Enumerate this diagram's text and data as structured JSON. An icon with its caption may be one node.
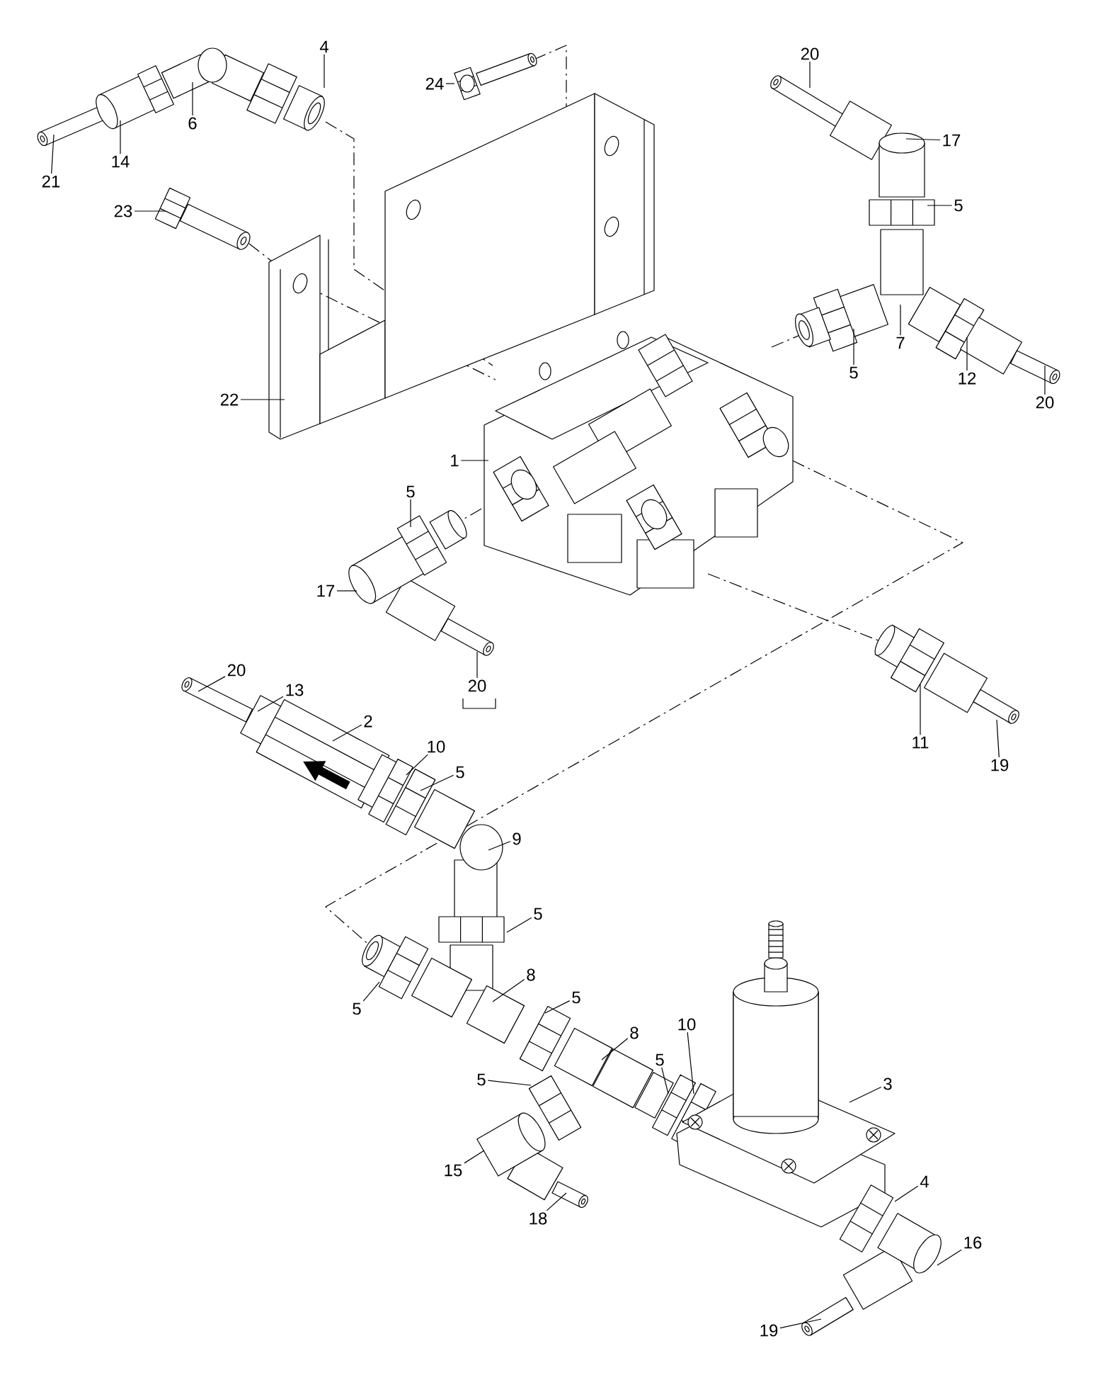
{
  "diagram": {
    "nodes": [
      {
        "text": [
          "4"
        ]
      },
      {
        "text": [
          "20"
        ]
      },
      {
        "text": [
          "24"
        ]
      },
      {
        "text": [
          "6"
        ]
      },
      {
        "text": [
          "17"
        ]
      },
      {
        "text": [
          "14"
        ]
      },
      {
        "text": [
          "21"
        ]
      },
      {
        "text": [
          "5"
        ]
      },
      {
        "text": [
          "23"
        ]
      },
      {
        "text": [
          "7"
        ]
      },
      {
        "text": [
          "5"
        ]
      },
      {
        "text": [
          "12"
        ]
      },
      {
        "text": [
          "22"
        ]
      },
      {
        "text": [
          "20"
        ]
      },
      {
        "text": [
          "1"
        ]
      },
      {
        "text": [
          "5"
        ]
      },
      {
        "text": [
          "17"
        ]
      },
      {
        "text": [
          "20"
        ]
      },
      {
        "text": [
          "20"
        ]
      },
      {
        "text": [
          "13"
        ]
      },
      {
        "text": [
          "2"
        ]
      },
      {
        "text": [
          "11"
        ]
      },
      {
        "text": [
          "10"
        ]
      },
      {
        "text": [
          "19"
        ]
      },
      {
        "text": [
          "5"
        ]
      },
      {
        "text": [
          "9"
        ]
      },
      {
        "text": [
          "5"
        ]
      },
      {
        "text": [
          "8"
        ]
      },
      {
        "text": [
          "5"
        ]
      },
      {
        "text": [
          "5"
        ]
      },
      {
        "text": [
          "10"
        ]
      },
      {
        "text": [
          "8"
        ]
      },
      {
        "text": [
          "5"
        ]
      },
      {
        "text": [
          "5"
        ]
      },
      {
        "text": [
          "3"
        ]
      },
      {
        "text": [
          "15"
        ]
      },
      {
        "text": [
          "4"
        ]
      },
      {
        "text": [
          "18"
        ]
      },
      {
        "text": [
          "16"
        ]
      },
      {
        "text": [
          "19"
        ]
      }
    ],
    "edges": [
      {
        "from": 0,
        "to": null,
        "arrow": "none"
      },
      {
        "from": 1,
        "to": null,
        "arrow": "none"
      },
      {
        "from": 2,
        "to": null,
        "arrow": "none"
      },
      {
        "from": 3,
        "to": null,
        "arrow": "none"
      },
      {
        "from": 4,
        "to": null,
        "arrow": "none"
      },
      {
        "from": 5,
        "to": null,
        "arrow": "none"
      },
      {
        "from": 6,
        "to": null,
        "arrow": "none"
      },
      {
        "from": 7,
        "to": null,
        "arrow": "none"
      },
      {
        "from": 8,
        "to": null,
        "arrow": "none"
      },
      {
        "from": 9,
        "to": null,
        "arrow": "none"
      },
      {
        "from": 10,
        "to": null,
        "arrow": "none"
      },
      {
        "from": 11,
        "to": null,
        "arrow": "none"
      },
      {
        "from": 12,
        "to": null,
        "arrow": "none"
      },
      {
        "from": 13,
        "to": null,
        "arrow": "none"
      },
      {
        "from": 14,
        "to": null,
        "arrow": "none"
      },
      {
        "from": 15,
        "to": null,
        "arrow": "none"
      },
      {
        "from": 16,
        "to": null,
        "arrow": "none"
      },
      {
        "from": 17,
        "to": null,
        "arrow": "none"
      },
      {
        "from": 18,
        "to": null,
        "arrow": "none"
      },
      {
        "from": 19,
        "to": null,
        "arrow": "none"
      },
      {
        "from": 20,
        "to": null,
        "arrow": "none"
      },
      {
        "from": 21,
        "to": null,
        "arrow": "none"
      },
      {
        "from": 22,
        "to": null,
        "arrow": "none"
      },
      {
        "from": 23,
        "to": null,
        "arrow": "none"
      },
      {
        "from": 24,
        "to": null,
        "arrow": "none"
      },
      {
        "from": 25,
        "to": null,
        "arrow": "none"
      },
      {
        "from": 26,
        "to": null,
        "arrow": "none"
      },
      {
        "from": 27,
        "to": null,
        "arrow": "none"
      },
      {
        "from": 28,
        "to": null,
        "arrow": "none"
      },
      {
        "from": 29,
        "to": null,
        "arrow": "none"
      },
      {
        "from": 30,
        "to": null,
        "arrow": "none"
      },
      {
        "from": 31,
        "to": null,
        "arrow": "none"
      },
      {
        "from": 32,
        "to": null,
        "arrow": "none"
      },
      {
        "from": 33,
        "to": null,
        "arrow": "none"
      },
      {
        "from": 34,
        "to": null,
        "arrow": "none"
      },
      {
        "from": 35,
        "to": null,
        "arrow": "none"
      },
      {
        "from": 36,
        "to": null,
        "arrow": "none"
      },
      {
        "from": 37,
        "to": null,
        "arrow": "none"
      },
      {
        "from": 38,
        "to": null,
        "arrow": "none"
      },
      {
        "from": 39,
        "to": null,
        "arrow": "none"
      }
    ]
  }
}
